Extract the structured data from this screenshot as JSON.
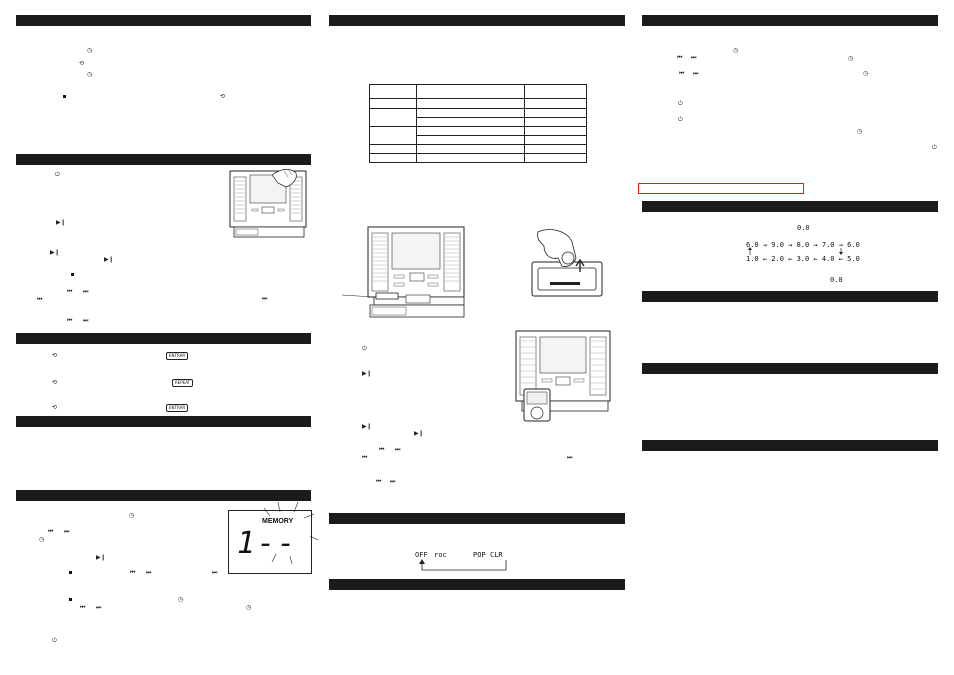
{
  "glyphs": {
    "play_pause": "▶❙",
    "prev": "⏮",
    "next": "⏭",
    "clock": "◷",
    "power": "⏻",
    "repeat": "⟲"
  },
  "buttons": {
    "entrar_a": "ENTRAR",
    "repeat": "REPEAT",
    "entrar_b": "ENTRAR"
  },
  "display": {
    "memory": "MEMORY",
    "track": "1--"
  },
  "timer": {
    "top_value": "0.0",
    "row1": "6.0 → 9.0 → 8.0 → 7.0 → 6.0",
    "row2": "1.0 ← 2.0 ← 3.0 ← 4.0 ← 5.0",
    "bottom_value": "0.0"
  },
  "eq_modes": {
    "off": "OFF",
    "roc": "roc",
    "pop": "POP",
    "clr": "CLR"
  }
}
